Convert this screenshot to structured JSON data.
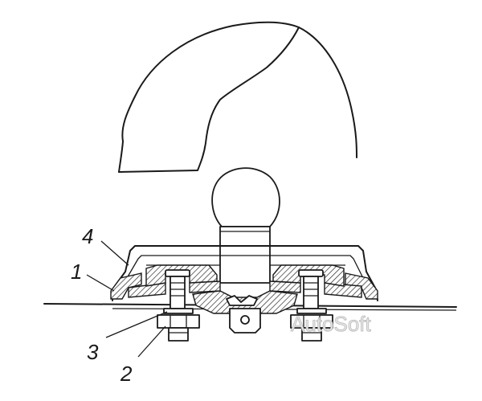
{
  "callouts": [
    {
      "id": "1",
      "label": "1"
    },
    {
      "id": "2",
      "label": "2"
    },
    {
      "id": "3",
      "label": "3"
    },
    {
      "id": "4",
      "label": "4"
    }
  ],
  "watermark": "AutoSoft",
  "colors": {
    "ink": "#1a1a1a",
    "background": "#ffffff",
    "watermark": "#b8b8b8"
  }
}
